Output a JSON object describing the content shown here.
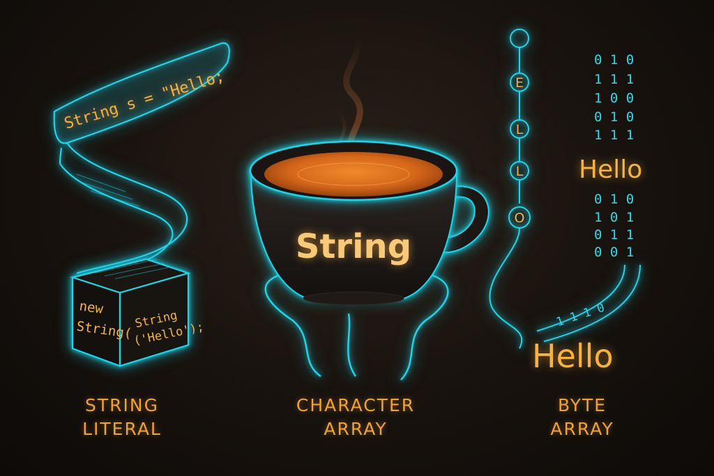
{
  "colors": {
    "neon": "#23d3e8",
    "accent": "#f5b344",
    "label": "#f0a23a",
    "coffee": "#e07418"
  },
  "ribbon": {
    "code_line": "String s = \"Hello;"
  },
  "cube": {
    "front_line1": "new",
    "front_line2": "String(",
    "side_line1": "String",
    "side_line2": "('Hello');"
  },
  "cup": {
    "label": "String"
  },
  "chars": {
    "letters": [
      "E",
      "L",
      "L",
      "O"
    ]
  },
  "bits": {
    "upper_rows": [
      "0 1 0",
      "1 1 1",
      "1 0 0",
      "0 1 0",
      "1 1 1"
    ],
    "lower_rows": [
      "0 1 0",
      "1 0 1",
      "0 1 1",
      "0 0 1"
    ],
    "diag_row": "1 1 1 0",
    "word_upper": "Hello",
    "word_lower": "Hello"
  },
  "labels": {
    "literal": {
      "line1": "STRING",
      "line2": "LITERAL"
    },
    "char_array": {
      "line1": "CHARACTER",
      "line2": "ARRAY"
    },
    "byte_array": {
      "line1": "BYTE",
      "line2": "ARRAY"
    }
  }
}
